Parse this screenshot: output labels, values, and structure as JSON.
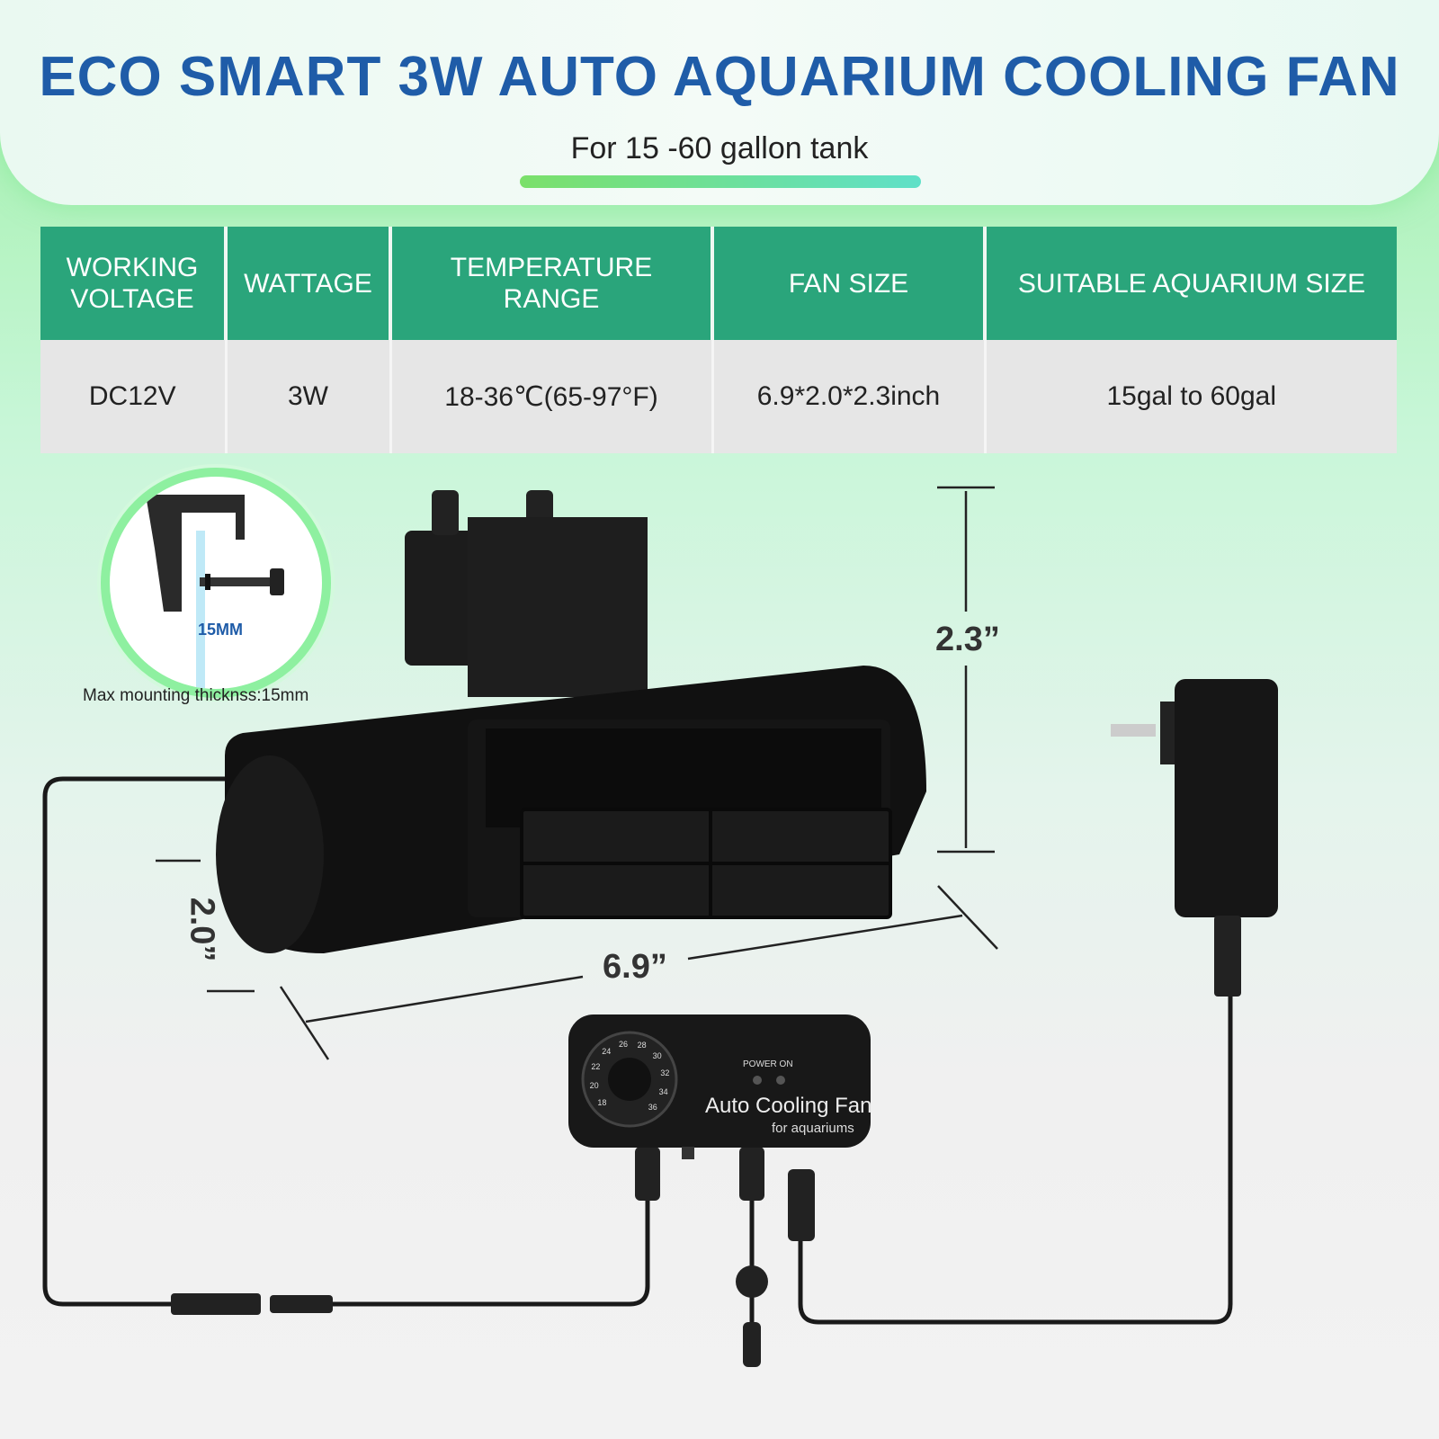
{
  "header": {
    "title": "ECO SMART 3W AUTO AQUARIUM COOLING FAN",
    "subtitle": "For 15 -60 gallon tank"
  },
  "specs_table": {
    "headers": [
      "WORKING\nVOLTAGE",
      "WATTAGE",
      "TEMPERATURE\nRANGE",
      "FAN SIZE",
      "SUITABLE AQUARIUM SIZE"
    ],
    "values": [
      "DC12V",
      "3W",
      "18-36℃(65-97°F)",
      "6.9*2.0*2.3inch",
      "15gal to 60gal"
    ]
  },
  "inset": {
    "label": "15MM",
    "note": "Max mounting thicknss:15mm"
  },
  "dimensions": {
    "height": "2.3”",
    "width": "2.0”",
    "length": "6.9”"
  },
  "controller": {
    "indicator_labels": "POWER  ON",
    "name": "Auto Cooling Fan",
    "sub": "for aquariums",
    "dial_ticks": [
      "18",
      "20",
      "22",
      "24",
      "26",
      "28",
      "30",
      "32",
      "34",
      "36"
    ]
  },
  "colors": {
    "accent": "#1f5ca8",
    "table_header": "#2aa57b",
    "table_row": "#e6e6e6"
  }
}
